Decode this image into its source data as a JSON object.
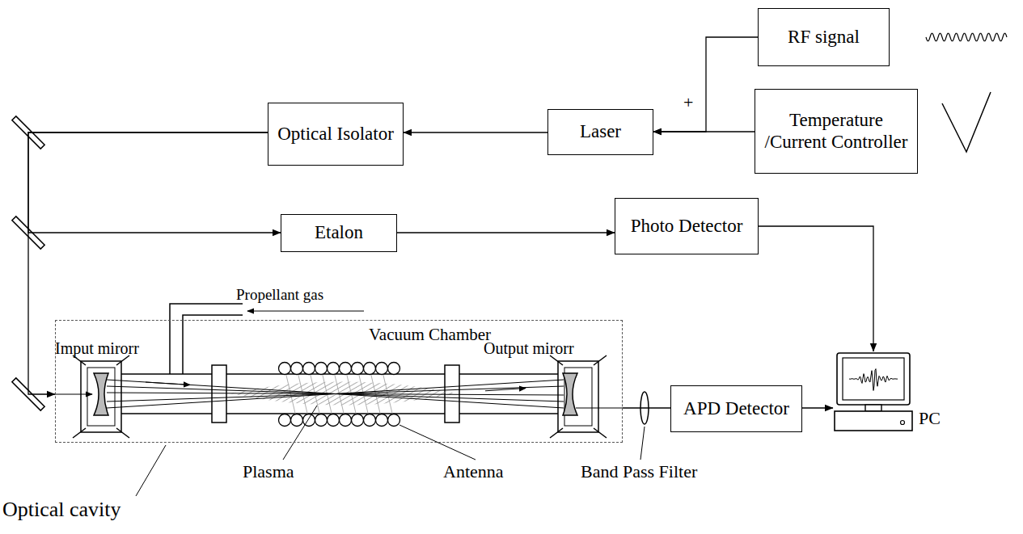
{
  "diagram": {
    "nodes": [
      {
        "text": [
          "RF signal"
        ]
      },
      {
        "text": [
          "Temperature /Current Controller"
        ]
      },
      {
        "text": [
          "Laser"
        ]
      },
      {
        "text": [
          "Optical Isolator"
        ]
      },
      {
        "text": [
          "Etalon"
        ]
      },
      {
        "text": [
          "Photo Detector"
        ]
      },
      {
        "text": [
          "Vacuum Chamber"
        ]
      },
      {
        "text": [
          "APD Detector"
        ]
      },
      {
        "text": [
          "PC"
        ]
      }
    ],
    "edges": [
      {
        "from": 0,
        "to": 2,
        "arrow": "to"
      },
      {
        "from": 1,
        "to": 2,
        "arrow": "to"
      },
      {
        "from": 2,
        "to": 3,
        "arrow": "to"
      },
      {
        "from": 3,
        "to": 4,
        "arrow": "to"
      },
      {
        "from": 3,
        "to": 6,
        "arrow": "to"
      },
      {
        "from": 4,
        "to": 5,
        "arrow": "to"
      },
      {
        "from": 5,
        "to": 8,
        "arrow": "to"
      },
      {
        "from": 6,
        "to": 7,
        "arrow": "none"
      },
      {
        "from": 7,
        "to": 8,
        "arrow": "to"
      }
    ],
    "labels": [
      "+",
      "Imput mirorr",
      "Propellant gas",
      "Output mirorr",
      "Plasma",
      "Antenna",
      "Band Pass Filter",
      "Optical cavity"
    ]
  }
}
